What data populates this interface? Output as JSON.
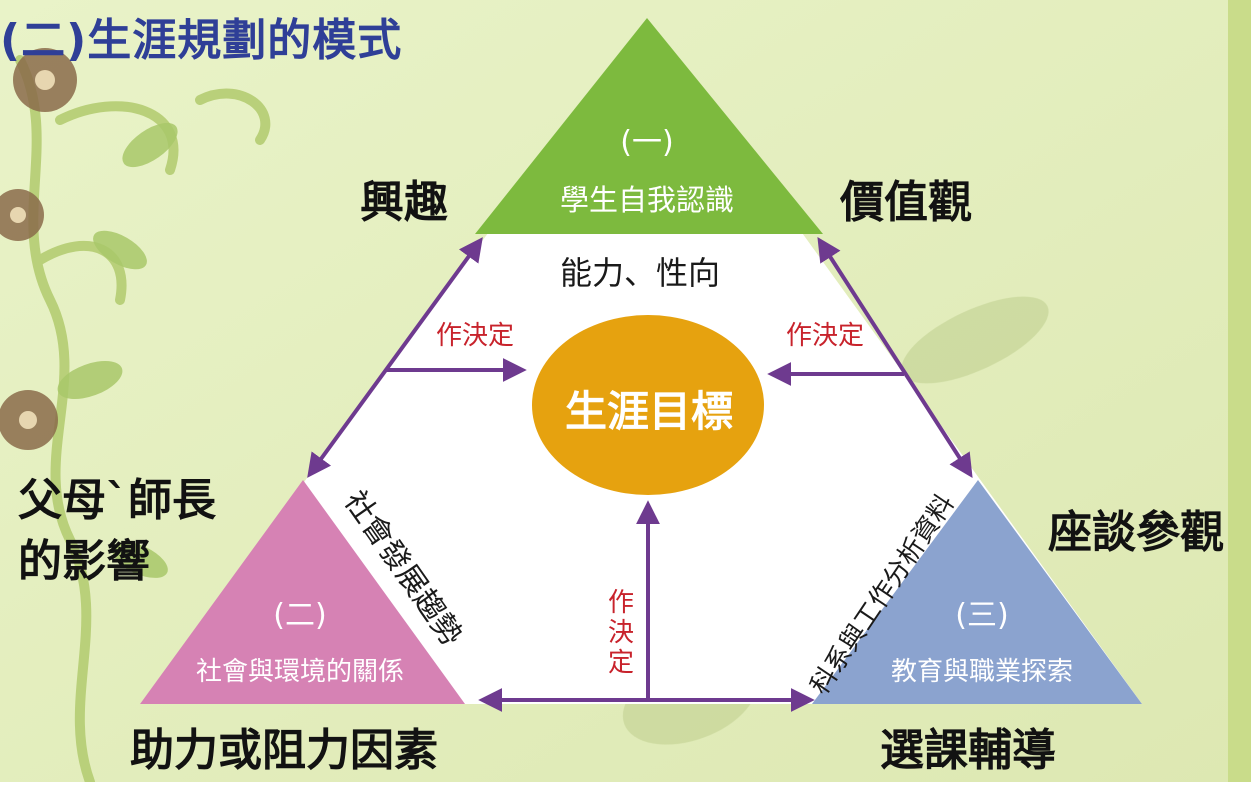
{
  "title": "(二)生涯規劃的模式",
  "top_triangle": {
    "number": "(一)",
    "name": "學生自我認識"
  },
  "left_triangle": {
    "number": "(二)",
    "name": "社會與環境的關係"
  },
  "right_triangle": {
    "number": "(三)",
    "name": "教育與職業探索"
  },
  "center": {
    "goal": "生涯目標",
    "ability": "能力、性向"
  },
  "decide_labels": {
    "left": "作決定",
    "right": "作決定",
    "bottom": "作決定"
  },
  "side_texts": {
    "left": "社會發展趨勢",
    "right": "科系與工作分析資料"
  },
  "outer_labels": {
    "interest": "興趣",
    "values": "價值觀",
    "parents_line1": "父母`師長",
    "parents_line2": "的影響",
    "talks": "座談參觀",
    "factors": "助力或阻力因素",
    "course": "選課輔導"
  },
  "colors": {
    "background": "#e7f1c2",
    "top_triangle": "#7dba3e",
    "left_triangle": "#d682b4",
    "right_triangle": "#8ba3cf",
    "goal_circle": "#e6a20f",
    "arrow": "#6e3a8f",
    "title": "#2f3f97",
    "decide_text": "#c8232c"
  }
}
